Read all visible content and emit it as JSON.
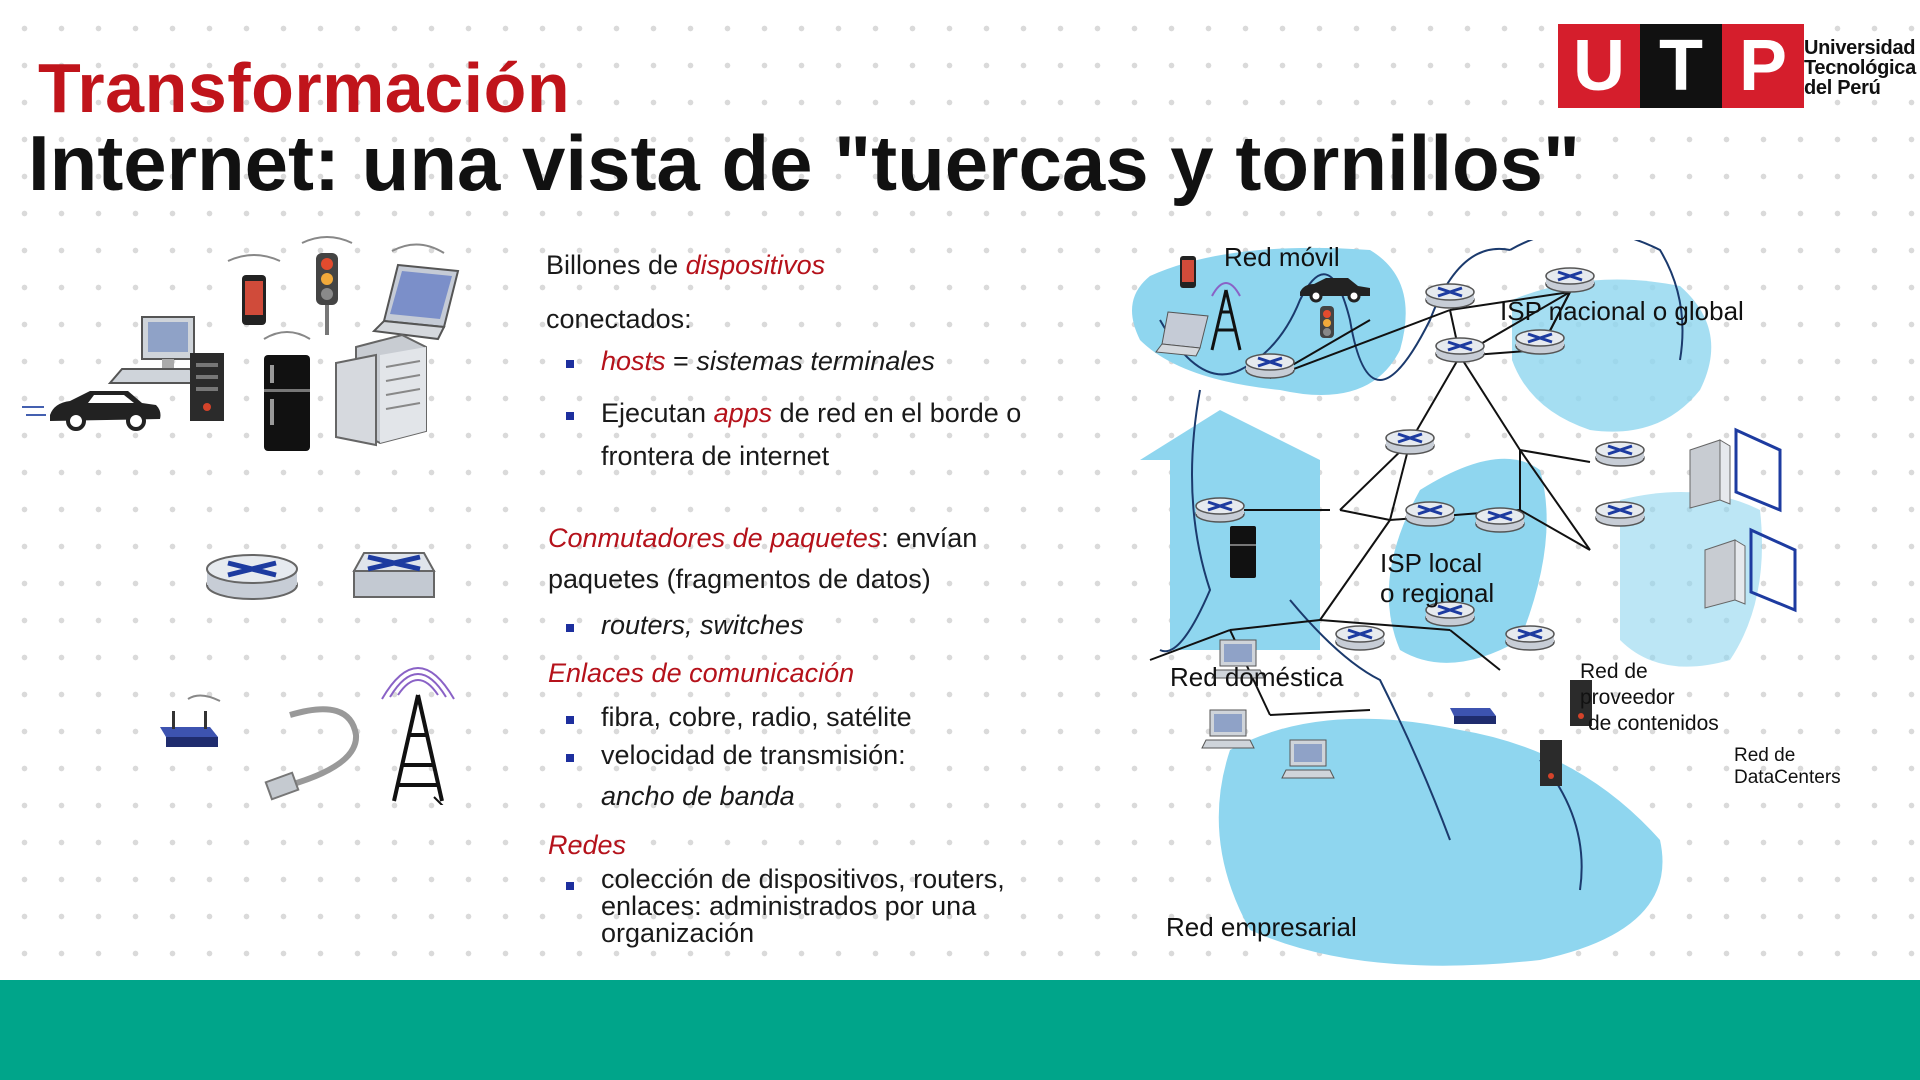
{
  "slide": {
    "subtitle": "Transformación",
    "title": "Internet: una vista de \"tuercas y tornillos\""
  },
  "logo": {
    "letters": [
      "U",
      "T",
      "P"
    ],
    "lines": [
      "Universidad",
      "Tecnológica",
      "del Perú"
    ]
  },
  "content": {
    "s1_pre": "Billones de ",
    "s1_red": "dispositivos",
    "s1_post": "conectados:",
    "b1_red": "hosts",
    "b1_mid": " = ",
    "b1_post": "sistemas terminales",
    "b2_pre": "Ejecutan ",
    "b2_red": "apps",
    "b2_post": " de red en el borde o",
    "b2_cont": "frontera de internet",
    "s2_red": "Conmutadores de paquetes",
    "s2_post": ": envían",
    "s2_cont": "paquetes  (fragmentos de datos)",
    "b3": "routers, switches",
    "s3_red": "Enlaces de comunicación",
    "b4": "fibra, cobre, radio, satélite",
    "b5": "velocidad de transmisión:",
    "b5_cont": "ancho de banda",
    "s4_red": "Redes",
    "b6_l1": "colección de dispositivos,  routers,",
    "b6_l2": "enlaces: administrados por una",
    "b6_l3": "organización"
  },
  "diagram": {
    "mobile": "Red móvil",
    "isp_national": "ISP nacional o global",
    "isp_local_1": "ISP local",
    "isp_local_2": "o regional",
    "home": "Red doméstica",
    "provider_1": "Red de",
    "provider_2": "proveedor",
    "provider_3": "de contenidos",
    "datacenter_1": "Red de",
    "datacenter_2": "DataCenters",
    "enterprise": "Red empresarial"
  },
  "colors": {
    "accent_red": "#c0141b",
    "footer_green": "#00a58a",
    "network_blue": "#8fd6ef",
    "bullet_blue": "#1d2f9e"
  }
}
